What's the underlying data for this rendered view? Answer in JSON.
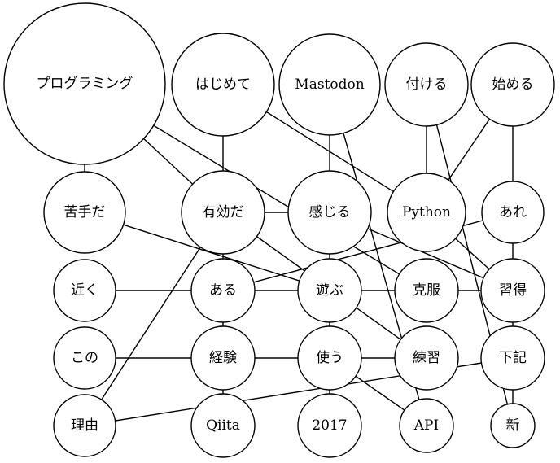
{
  "nodes": [
    {
      "id": "programming",
      "label": "プログラミング"
    },
    {
      "id": "hajimete",
      "label": "はじめて"
    },
    {
      "id": "mastodon",
      "label": "Mastodon"
    },
    {
      "id": "tsukeru",
      "label": "付ける"
    },
    {
      "id": "hajimeru",
      "label": "始める"
    },
    {
      "id": "nigate",
      "label": "苦手だ"
    },
    {
      "id": "yukou",
      "label": "有効だ"
    },
    {
      "id": "kanjiru",
      "label": "感じる"
    },
    {
      "id": "python",
      "label": "Python"
    },
    {
      "id": "are",
      "label": "あれ"
    },
    {
      "id": "chikaku",
      "label": "近く"
    },
    {
      "id": "aru",
      "label": "ある"
    },
    {
      "id": "asobu",
      "label": "遊ぶ"
    },
    {
      "id": "kokufuku",
      "label": "克服"
    },
    {
      "id": "shuutoku",
      "label": "習得"
    },
    {
      "id": "kono",
      "label": "この"
    },
    {
      "id": "keiken",
      "label": "経験"
    },
    {
      "id": "tsukau",
      "label": "使う"
    },
    {
      "id": "renshuu",
      "label": "練習"
    },
    {
      "id": "kaki",
      "label": "下記"
    },
    {
      "id": "riyuu",
      "label": "理由"
    },
    {
      "id": "qiita",
      "label": "Qiita"
    },
    {
      "id": "y2017",
      "label": "2017"
    },
    {
      "id": "api",
      "label": "API"
    },
    {
      "id": "shin",
      "label": "新"
    }
  ],
  "edges": [
    [
      "programming",
      "nigate"
    ],
    [
      "programming",
      "yukou"
    ],
    [
      "programming",
      "kokufuku"
    ],
    [
      "hajimete",
      "python"
    ],
    [
      "hajimete",
      "qiita"
    ],
    [
      "mastodon",
      "y2017"
    ],
    [
      "mastodon",
      "api"
    ],
    [
      "tsukeru",
      "python"
    ],
    [
      "tsukeru",
      "shin"
    ],
    [
      "hajimeru",
      "python"
    ],
    [
      "hajimeru",
      "shin"
    ],
    [
      "nigate",
      "asobu"
    ],
    [
      "yukou",
      "kanjiru"
    ],
    [
      "yukou",
      "renshuu"
    ],
    [
      "yukou",
      "riyuu"
    ],
    [
      "kanjiru",
      "shuutoku"
    ],
    [
      "are",
      "aru"
    ],
    [
      "python",
      "shuutoku"
    ],
    [
      "chikaku",
      "aru"
    ],
    [
      "aru",
      "shuutoku"
    ],
    [
      "kono",
      "keiken"
    ],
    [
      "keiken",
      "tsukau"
    ],
    [
      "tsukau",
      "renshuu"
    ],
    [
      "tsukau",
      "api"
    ],
    [
      "kaki",
      "riyuu"
    ]
  ]
}
